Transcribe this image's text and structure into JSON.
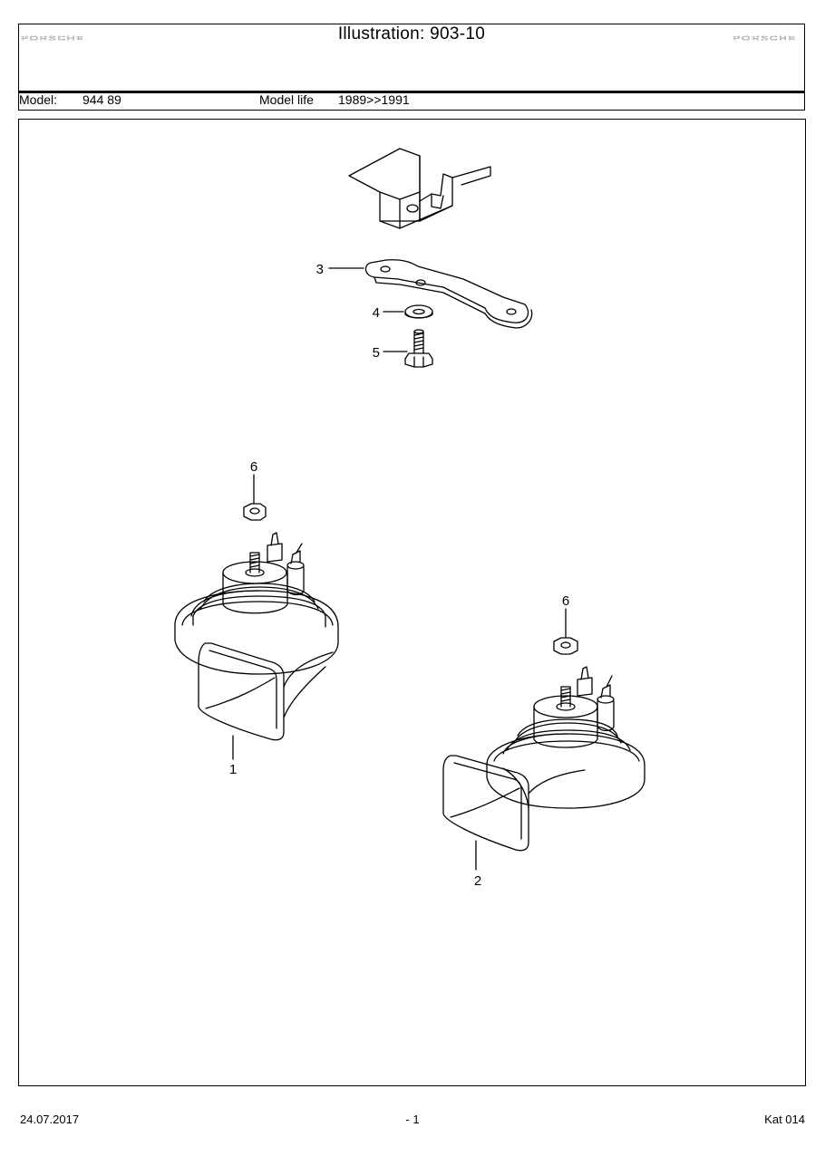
{
  "header": {
    "brand_left": "PORSCHE",
    "brand_right": "PORSCHE",
    "title": "Illustration: 903-10",
    "model_label": "Model:",
    "model_value": "944 89",
    "model_life_label": "Model life",
    "model_life_value": "1989>>1991"
  },
  "callouts": {
    "c1": "1",
    "c2": "2",
    "c3": "3",
    "c4": "4",
    "c5": "5",
    "c6a": "6",
    "c6b": "6"
  },
  "footer": {
    "date": "24.07.2017",
    "page": "- 1",
    "catalog": "Kat 014"
  }
}
